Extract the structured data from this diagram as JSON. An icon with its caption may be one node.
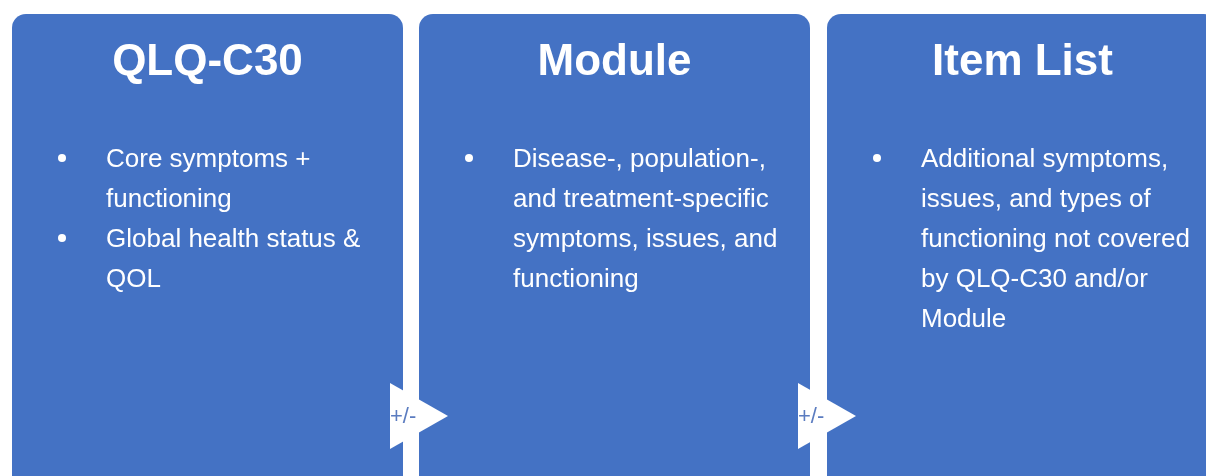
{
  "diagram": {
    "nodes": [
      {
        "text": [
          "QLQ-C30",
          "Core symptoms + functioning",
          "Global health status & QOL"
        ]
      },
      {
        "text": [
          "Module",
          "Disease-, population-, and treatment-specific symptoms, issues, and functioning"
        ]
      },
      {
        "text": [
          "Item List",
          "Additional symptoms, issues, and types of functioning not covered by QLQ-C30 and/or Module"
        ]
      }
    ],
    "edges": [
      {
        "from": 0,
        "to": 1,
        "arrow": "to",
        "label": "+/-"
      },
      {
        "from": 1,
        "to": 2,
        "arrow": "to",
        "label": "+/-"
      }
    ]
  }
}
